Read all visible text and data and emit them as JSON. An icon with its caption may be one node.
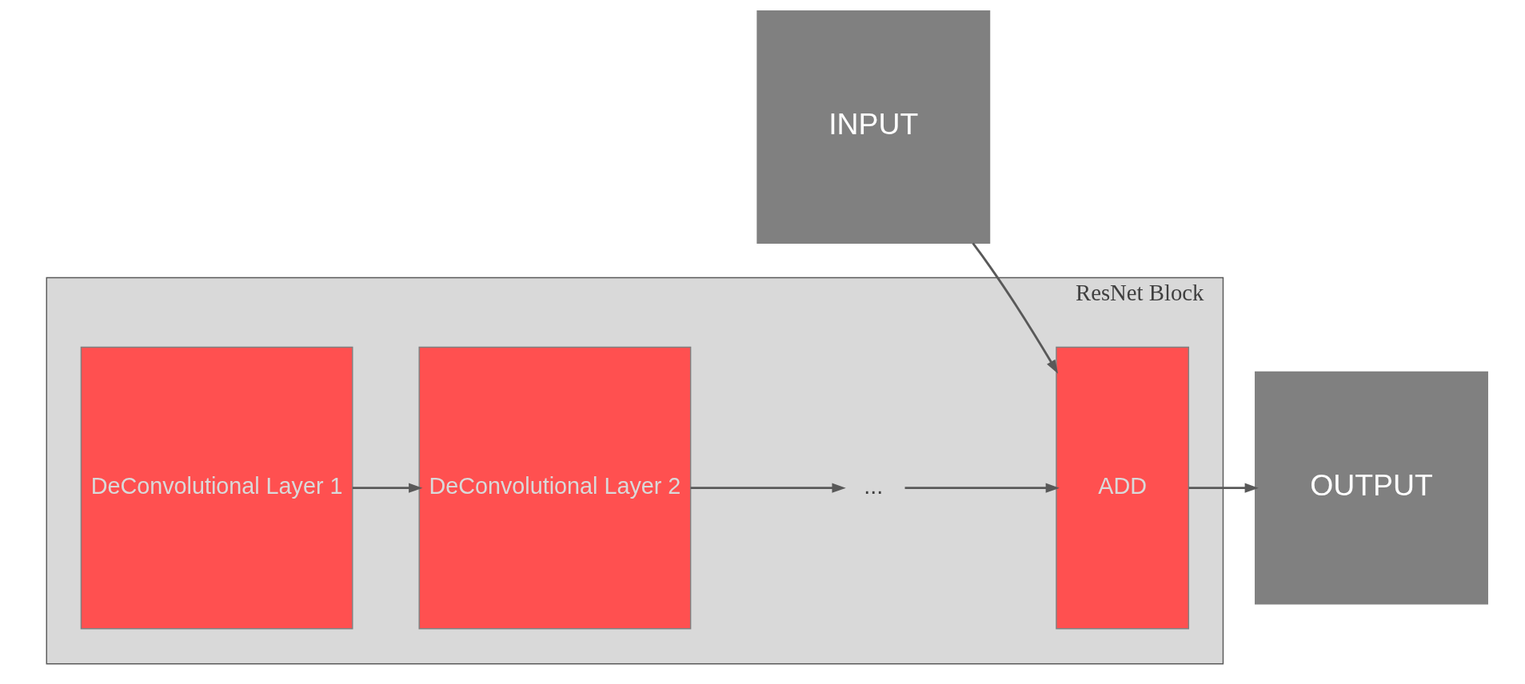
{
  "diagram": {
    "nodes": [
      {
        "text": [
          "INPUT"
        ]
      },
      {
        "text": [
          "ResNet Block"
        ]
      },
      {
        "text": [
          "DeConvolutional Layer 1"
        ],
        "in": 1
      },
      {
        "text": [
          "DeConvolutional Layer 2"
        ],
        "in": 1
      },
      {
        "text": [
          "..."
        ],
        "in": 1
      },
      {
        "text": [
          "ADD"
        ],
        "in": 1
      },
      {
        "text": [
          "OUTPUT"
        ]
      }
    ],
    "edges": [
      {
        "from": 0,
        "to": 5,
        "arrow": "to"
      },
      {
        "from": 2,
        "to": 3,
        "arrow": "to"
      },
      {
        "from": 3,
        "to": 4,
        "arrow": "to"
      },
      {
        "from": 4,
        "to": 5,
        "arrow": "to"
      },
      {
        "from": 5,
        "to": 6,
        "arrow": "to"
      }
    ]
  }
}
